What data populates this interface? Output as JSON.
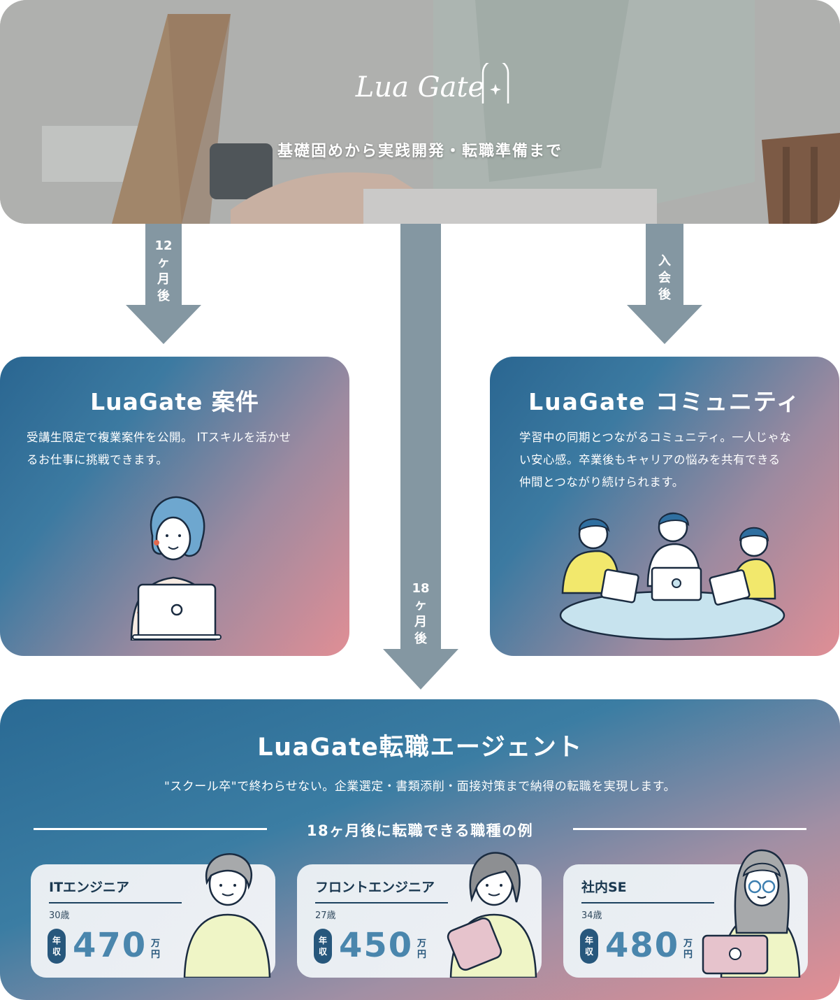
{
  "hero": {
    "logo": "Lua Gate",
    "tagline": "基礎固めから実践開発・転職準備まで"
  },
  "arrows": {
    "left": [
      "12",
      "ヶ",
      "月",
      "後"
    ],
    "center": [
      "18",
      "ヶ",
      "月",
      "後"
    ],
    "right": [
      "入",
      "会",
      "後"
    ]
  },
  "project_card": {
    "title": "LuaGate 案件",
    "description_line1": "受講生限定で複業案件を公開。 ITスキルを活かせ",
    "description_line2": "るお仕事に挑戦できます。"
  },
  "community_card": {
    "title": "LuaGate コミュニティ",
    "description_line1": "学習中の同期とつながるコミュニティ。一人じゃな",
    "description_line2": "い安心感。卒業後もキャリアの悩みを共有できる",
    "description_line3": "仲間とつながり続けられます。"
  },
  "agent": {
    "title": "LuaGate転職エージェント",
    "description": "\"スクール卒\"で終わらせない。企業選定・書類添削・面接対策まで納得の転職を実現します。",
    "section_title": "18ヶ月後に転職できる職種の例",
    "income_label": [
      "年",
      "収"
    ],
    "unit": [
      "万",
      "円"
    ],
    "jobs": [
      {
        "title": "ITエンジニア",
        "age": "30歳",
        "salary": "470"
      },
      {
        "title": "フロントエンジニア",
        "age": "27歳",
        "salary": "450"
      },
      {
        "title": "社内SE",
        "age": "34歳",
        "salary": "480"
      }
    ]
  },
  "colors": {
    "arrow": "#8497a2",
    "card_start": "#2a6691",
    "card_end": "#e08e95",
    "navy": "#27577c"
  }
}
